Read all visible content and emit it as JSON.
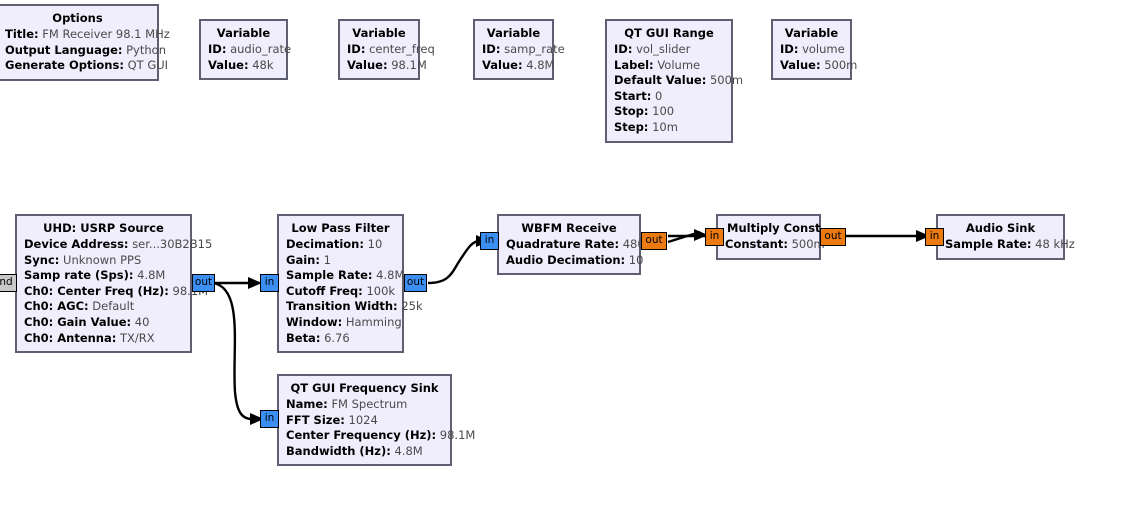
{
  "canvas": {
    "background": "#ffffff",
    "block_fill": "#f0eefc",
    "block_border": "#5f5f72",
    "port_complex_color": "#3b8ff2",
    "port_float_color": "#eb7a10",
    "port_message_color": "#c8c8c8",
    "wire_color": "#000000"
  },
  "blocks": {
    "options": {
      "title": "Options",
      "props": [
        {
          "key": "Title:",
          "value": "FM Receiver 98.1 MHz"
        },
        {
          "key": "Output Language:",
          "value": "Python"
        },
        {
          "key": "Generate Options:",
          "value": "QT GUI"
        }
      ]
    },
    "var_audio_rate": {
      "title": "Variable",
      "props": [
        {
          "key": "ID:",
          "value": "audio_rate"
        },
        {
          "key": "Value:",
          "value": "48k"
        }
      ]
    },
    "var_center_freq": {
      "title": "Variable",
      "props": [
        {
          "key": "ID:",
          "value": "center_freq"
        },
        {
          "key": "Value:",
          "value": "98.1M"
        }
      ]
    },
    "var_samp_rate": {
      "title": "Variable",
      "props": [
        {
          "key": "ID:",
          "value": "samp_rate"
        },
        {
          "key": "Value:",
          "value": "4.8M"
        }
      ]
    },
    "qt_gui_range": {
      "title": "QT GUI Range",
      "props": [
        {
          "key": "ID:",
          "value": "vol_slider"
        },
        {
          "key": "Label:",
          "value": "Volume"
        },
        {
          "key": "Default Value:",
          "value": "500m"
        },
        {
          "key": "Start:",
          "value": "0"
        },
        {
          "key": "Stop:",
          "value": "100"
        },
        {
          "key": "Step:",
          "value": "10m"
        }
      ]
    },
    "var_volume": {
      "title": "Variable",
      "props": [
        {
          "key": "ID:",
          "value": "volume"
        },
        {
          "key": "Value:",
          "value": "500m"
        }
      ]
    },
    "usrp_source": {
      "title": "UHD: USRP Source",
      "props": [
        {
          "key": "Device Address:",
          "value": "ser...30B2B15"
        },
        {
          "key": "Sync:",
          "value": "Unknown PPS"
        },
        {
          "key": "Samp rate (Sps):",
          "value": "4.8M"
        },
        {
          "key": "Ch0: Center Freq (Hz):",
          "value": "98.1M"
        },
        {
          "key": "Ch0: AGC:",
          "value": "Default"
        },
        {
          "key": "Ch0: Gain Value:",
          "value": "40"
        },
        {
          "key": "Ch0: Antenna:",
          "value": "TX/RX"
        }
      ],
      "ports": {
        "command": "nd",
        "out": "out"
      }
    },
    "low_pass_filter": {
      "title": "Low Pass Filter",
      "props": [
        {
          "key": "Decimation:",
          "value": "10"
        },
        {
          "key": "Gain:",
          "value": "1"
        },
        {
          "key": "Sample Rate:",
          "value": "4.8M"
        },
        {
          "key": "Cutoff Freq:",
          "value": "100k"
        },
        {
          "key": "Transition Width:",
          "value": "25k"
        },
        {
          "key": "Window:",
          "value": "Hamming"
        },
        {
          "key": "Beta:",
          "value": "6.76"
        }
      ],
      "ports": {
        "in": "in",
        "out": "out"
      }
    },
    "wbfm_receive": {
      "title": "WBFM Receive",
      "props": [
        {
          "key": "Quadrature Rate:",
          "value": "480k"
        },
        {
          "key": "Audio Decimation:",
          "value": "10"
        }
      ],
      "ports": {
        "in": "in",
        "out": "out"
      }
    },
    "multiply_const": {
      "title": "Multiply Const",
      "props": [
        {
          "key": "Constant:",
          "value": "500m"
        }
      ],
      "ports": {
        "in": "in",
        "out": "out"
      }
    },
    "audio_sink": {
      "title": "Audio Sink",
      "props": [
        {
          "key": "Sample Rate:",
          "value": "48 kHz"
        }
      ],
      "ports": {
        "in": "in"
      }
    },
    "qt_gui_freq_sink": {
      "title": "QT GUI Frequency Sink",
      "props": [
        {
          "key": "Name:",
          "value": "FM Spectrum"
        },
        {
          "key": "FFT Size:",
          "value": "1024"
        },
        {
          "key": "Center Frequency (Hz):",
          "value": "98.1M"
        },
        {
          "key": "Bandwidth (Hz):",
          "value": "4.8M"
        }
      ],
      "ports": {
        "in": "in"
      }
    }
  }
}
